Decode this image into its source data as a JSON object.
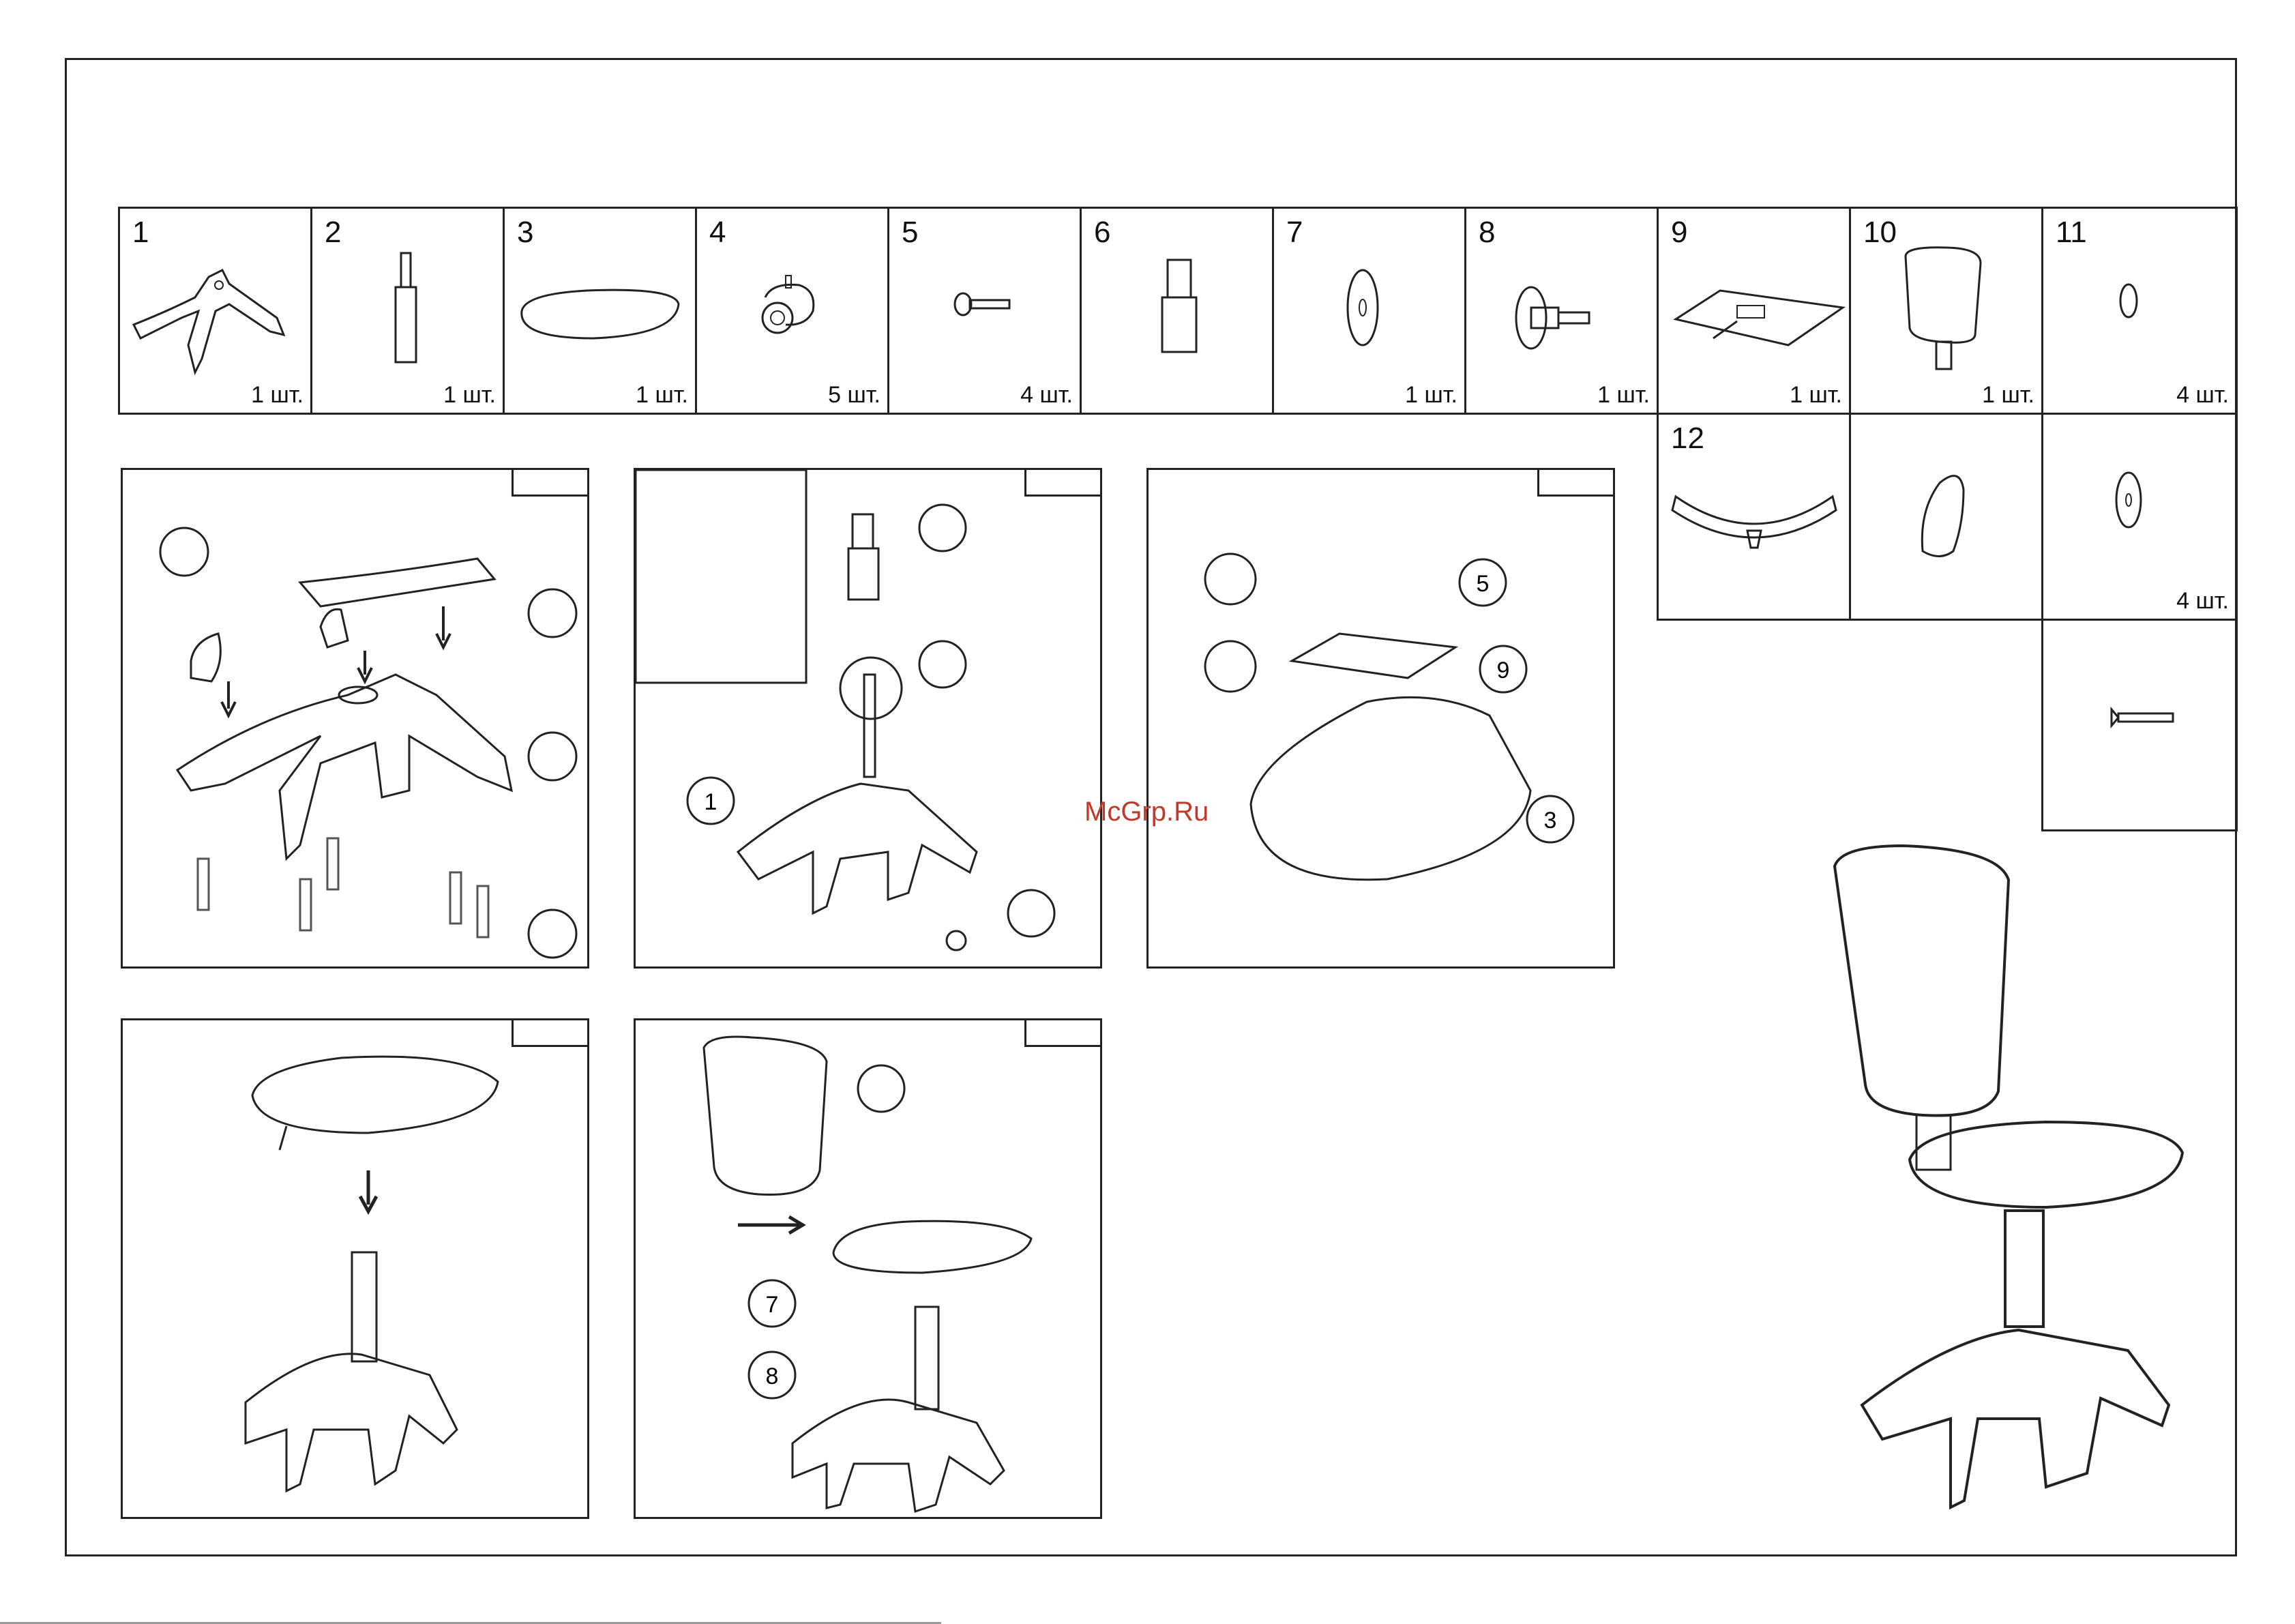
{
  "parts": [
    {
      "num": "1",
      "qty": "1  шт.",
      "icon": "star-base-icon"
    },
    {
      "num": "2",
      "qty": "1  шт.",
      "icon": "gas-lift-icon"
    },
    {
      "num": "3",
      "qty": "1  шт.",
      "icon": "seat-icon"
    },
    {
      "num": "4",
      "qty": "5  шт.",
      "icon": "caster-icon"
    },
    {
      "num": "5",
      "qty": "4  шт.",
      "icon": "screw-icon"
    },
    {
      "num": "6",
      "qty": "",
      "icon": "lift-cover-icon"
    },
    {
      "num": "7",
      "qty": "1 шт.",
      "icon": "washer-icon"
    },
    {
      "num": "8",
      "qty": "1  шт.",
      "icon": "knob-icon"
    },
    {
      "num": "9",
      "qty": "1  шт.",
      "icon": "mechanism-plate-icon"
    },
    {
      "num": "10",
      "qty": "1  шт.",
      "icon": "backrest-icon"
    },
    {
      "num": "11",
      "qty": "4  шт.",
      "icon": "spring-washer-icon"
    },
    {
      "num": "12",
      "qty": "",
      "icon": "footrest-ring-icon"
    },
    {
      "num": "",
      "qty": "",
      "icon": "cap-icon"
    },
    {
      "num": "",
      "qty": "4  шт.",
      "icon": "washer-small-icon"
    },
    {
      "num": "",
      "qty": "",
      "icon": "long-screw-icon"
    }
  ],
  "callouts": {
    "step3_screw": "5",
    "step3_plate": "9",
    "step3_seat": "3",
    "step2_base": "1",
    "step5_washer": "7",
    "step5_knob": "8"
  },
  "watermark": "McGrp.Ru"
}
